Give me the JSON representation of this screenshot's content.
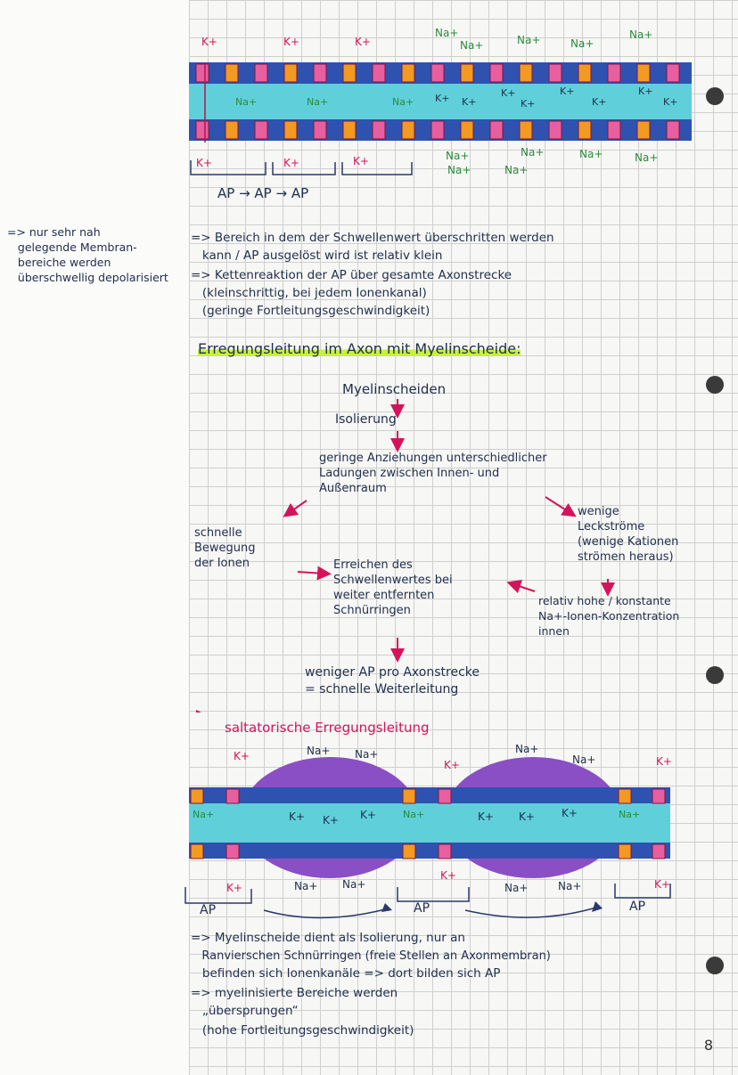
{
  "side_note": "=> nur sehr nah\n   gelegende Membran-\n   bereiche werden\n   überschwellig depolarisiert",
  "diagram1": {
    "k_plus": "K+",
    "na_plus": "Na+",
    "ap_sequence": "AP → AP → AP"
  },
  "notes1": {
    "line1": "=> Bereich in dem der Schwellenwert überschritten werden",
    "line2": "   kann / AP ausgelöst wird ist relativ klein",
    "line3": "=> Kettenreaktion der AP über gesamte Axonstrecke",
    "line4": "   (kleinschrittig, bei jedem Ionenkanal)",
    "line5": "   (geringe Fortleitungsgeschwindigkeit)"
  },
  "heading": "Erregungsleitung im Axon mit Myelinscheide:",
  "flow": {
    "myelin": "Myelinscheiden",
    "isolierung": "Isolierung",
    "anziehungen": "geringe Anziehungen unterschiedlicher\nLadungen zwischen Innen- und\nAußenraum",
    "schnelle": "schnelle\nBewegung\nder Ionen",
    "wenige": "wenige\nLeckströme\n(wenige Kationen\nströmen heraus)",
    "erreichen": "Erreichen des\nSchwellenwertes bei\nweiter entfernten\nSchnürringen",
    "relativ": "relativ hohe / konstante\nNa+-Ionen-Konzentration\ninnen",
    "weniger": "weniger AP pro Axonstrecke\n= schnelle Weiterleitung"
  },
  "saltatory_title": "saltatorische Erregungsleitung",
  "diagram2": {
    "ap": "AP",
    "k_plus": "K+",
    "na_plus": "Na+"
  },
  "notes2": {
    "line1": "=> Myelinscheide dient als Isolierung, nur an",
    "line2": "   Ranvierschen Schnürringen (freie Stellen an Axonmembran)",
    "line3": "   befinden sich Ionenkanäle => dort bilden sich AP",
    "line4": "=> myelinisierte Bereiche werden",
    "line5": "   „übersprungen“",
    "line6": "   (hohe Fortleitungsgeschwindigkeit)"
  },
  "page_number": "8",
  "colors": {
    "ink": "#22304f",
    "accent": "#d4145a",
    "highlight": "#c6f23a",
    "axon": "#5fd0da",
    "membrane": "#2f52b0",
    "myelin": "#8a4fc4"
  }
}
